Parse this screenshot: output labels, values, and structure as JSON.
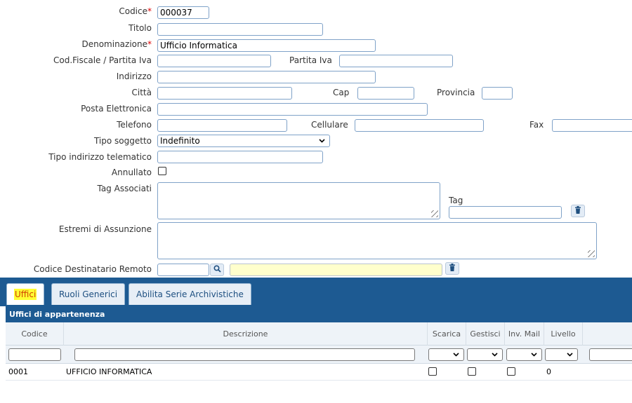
{
  "form": {
    "codice": {
      "label": "Codice",
      "required_mark": "*",
      "value": "000037"
    },
    "titolo": {
      "label": "Titolo",
      "value": ""
    },
    "denominazione": {
      "label": "Denominazione",
      "required_mark": "*",
      "value": "Ufficio Informatica"
    },
    "cod_fiscale": {
      "label": "Cod.Fiscale / Partita Iva",
      "value": ""
    },
    "partita_iva": {
      "label": "Partita Iva",
      "value": ""
    },
    "indirizzo": {
      "label": "Indirizzo",
      "value": ""
    },
    "citta": {
      "label": "Città",
      "value": ""
    },
    "cap": {
      "label": "Cap",
      "value": ""
    },
    "provincia": {
      "label": "Provincia",
      "value": ""
    },
    "posta": {
      "label": "Posta Elettronica",
      "value": ""
    },
    "telefono": {
      "label": "Telefono",
      "value": ""
    },
    "cellulare": {
      "label": "Cellulare",
      "value": ""
    },
    "fax": {
      "label": "Fax",
      "value": ""
    },
    "tipo_soggetto": {
      "label": "Tipo soggetto",
      "value": "Indefinito"
    },
    "tipo_indirizzo": {
      "label": "Tipo indirizzo telematico",
      "value": ""
    },
    "annullato": {
      "label": "Annullato"
    },
    "tag_associati": {
      "label": "Tag Associati",
      "value": ""
    },
    "tag": {
      "label": "Tag",
      "value": ""
    },
    "estremi": {
      "label": "Estremi di Assunzione",
      "value": ""
    },
    "codice_dest": {
      "label": "Codice Destinatario Remoto",
      "value": "",
      "desc_value": ""
    }
  },
  "tabs": [
    {
      "label": "Uffici",
      "active": true
    },
    {
      "label": "Ruoli Generici",
      "active": false
    },
    {
      "label": "Abilita Serie Archivistiche",
      "active": false
    }
  ],
  "grid": {
    "title": "Uffici di appartenenza",
    "columns": [
      "Codice",
      "Descrizione",
      "Scarica",
      "Gestisci",
      "Inv. Mail",
      "Livello"
    ],
    "rows": [
      {
        "codice": "0001",
        "descrizione": "UFFICIO INFORMATICA",
        "livello": "0"
      }
    ]
  },
  "icons": {
    "search": "search-icon",
    "trash": "trash-icon",
    "chevron": "chevron-down-icon"
  },
  "colors": {
    "band": "#1d5a92",
    "required": "#dd0000",
    "highlight": "#ffff33"
  }
}
